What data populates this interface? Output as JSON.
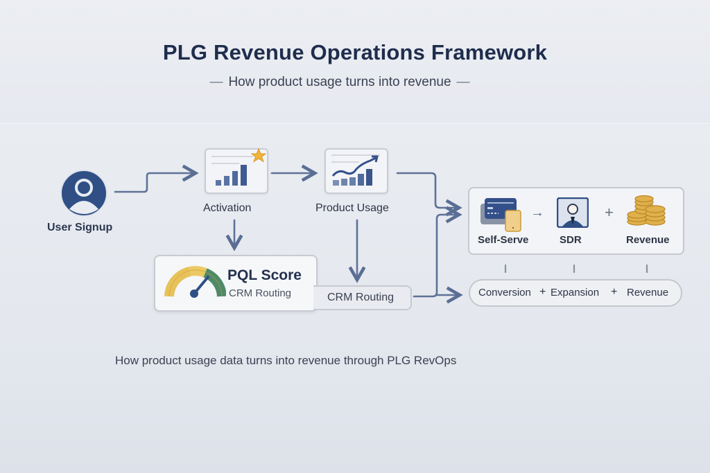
{
  "header": {
    "title": "PLG Revenue Operations Framework",
    "subtitle": "How product usage turns into revenue",
    "subtitle_dash": "—"
  },
  "nodes": {
    "user_signup": {
      "label": "User Signup",
      "icon": "user-avatar-icon"
    },
    "activation": {
      "label": "Activation",
      "icon": "bar-chart-star-icon"
    },
    "product_usage": {
      "label": "Product Usage",
      "icon": "trending-chart-icon"
    },
    "pql_score": {
      "label": "PQL Score",
      "sublabel": "CRM Routing",
      "icon": "gauge-icon"
    },
    "crm_routing": {
      "label": "CRM Routing"
    }
  },
  "outcomes": {
    "channels": [
      {
        "label": "Self-Serve",
        "icon": "credit-card-icon"
      },
      {
        "label": "SDR",
        "icon": "sales-rep-icon"
      },
      {
        "label": "Revenue",
        "icon": "coins-icon"
      }
    ],
    "arrow_symbol": "→",
    "plus_symbol": "+",
    "summary": {
      "items": [
        "Conversion",
        "Expansion",
        "Revenue"
      ],
      "separator": "+"
    }
  },
  "caption": "How product usage data turns into revenue through PLG RevOps",
  "colors": {
    "title": "#1f2d4d",
    "arrow": "#5a6e94",
    "accent_blue": "#34508a",
    "gauge_yellow": "#e7c25a",
    "gauge_green": "#4f8a68",
    "star": "#f2b33a",
    "coin": "#e0b04a"
  }
}
